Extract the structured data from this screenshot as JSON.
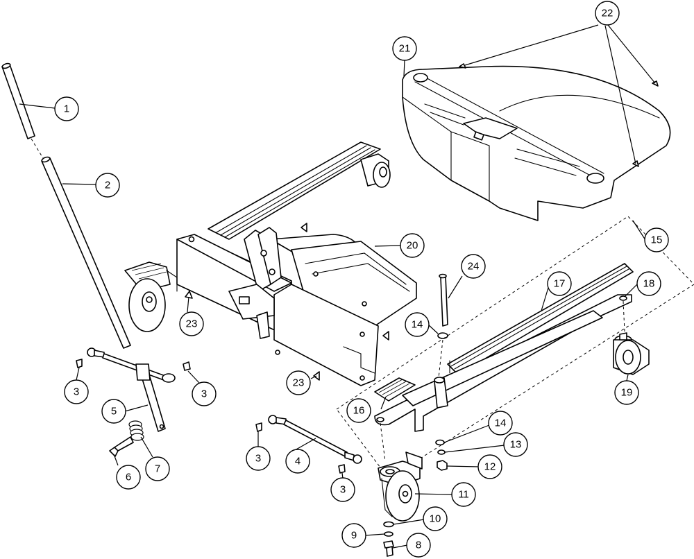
{
  "diagram": {
    "callouts": [
      {
        "id": "c1",
        "label": "1"
      },
      {
        "id": "c2",
        "label": "2"
      },
      {
        "id": "c3a",
        "label": "3"
      },
      {
        "id": "c3b",
        "label": "3"
      },
      {
        "id": "c3c",
        "label": "3"
      },
      {
        "id": "c3d",
        "label": "3"
      },
      {
        "id": "c4",
        "label": "4"
      },
      {
        "id": "c5",
        "label": "5"
      },
      {
        "id": "c6",
        "label": "6"
      },
      {
        "id": "c7",
        "label": "7"
      },
      {
        "id": "c8",
        "label": "8"
      },
      {
        "id": "c9",
        "label": "9"
      },
      {
        "id": "c10",
        "label": "10"
      },
      {
        "id": "c11",
        "label": "11"
      },
      {
        "id": "c12",
        "label": "12"
      },
      {
        "id": "c13",
        "label": "13"
      },
      {
        "id": "c14a",
        "label": "14"
      },
      {
        "id": "c14b",
        "label": "14"
      },
      {
        "id": "c15",
        "label": "15"
      },
      {
        "id": "c16",
        "label": "16"
      },
      {
        "id": "c17",
        "label": "17"
      },
      {
        "id": "c18",
        "label": "18"
      },
      {
        "id": "c19",
        "label": "19"
      },
      {
        "id": "c20",
        "label": "20"
      },
      {
        "id": "c21",
        "label": "21"
      },
      {
        "id": "c22",
        "label": "22"
      },
      {
        "id": "c23a",
        "label": "23"
      },
      {
        "id": "c23b",
        "label": "23"
      },
      {
        "id": "c24",
        "label": "24"
      }
    ]
  }
}
